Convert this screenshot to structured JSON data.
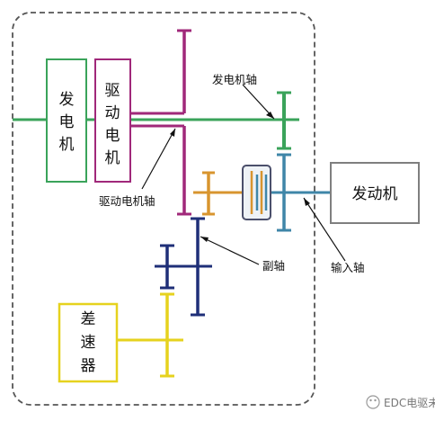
{
  "components": {
    "generator": {
      "label_chars": [
        "发",
        "电",
        "机"
      ],
      "color": "#3aa35a"
    },
    "drive_motor": {
      "label_chars": [
        "驱",
        "动",
        "电",
        "机"
      ],
      "color": "#a0287a"
    },
    "engine": {
      "label": "发动机",
      "color": "#7f7f7f"
    },
    "differential": {
      "label_chars": [
        "差",
        "速",
        "器"
      ],
      "color": "#e6d21e"
    }
  },
  "callouts": {
    "generator_shaft": "发电机轴",
    "drive_motor_shaft": "驱动电机轴",
    "countershaft": "副轴",
    "input_shaft": "输入轴"
  },
  "shaft_colors": {
    "generator_shaft": "#3aa35a",
    "input_shaft": "#3f86a8",
    "clutch_shaft": "#d8952f",
    "countershaft": "#1f2f78",
    "differential_shaft": "#e6d21e"
  },
  "watermark": "EDC电驱未来"
}
